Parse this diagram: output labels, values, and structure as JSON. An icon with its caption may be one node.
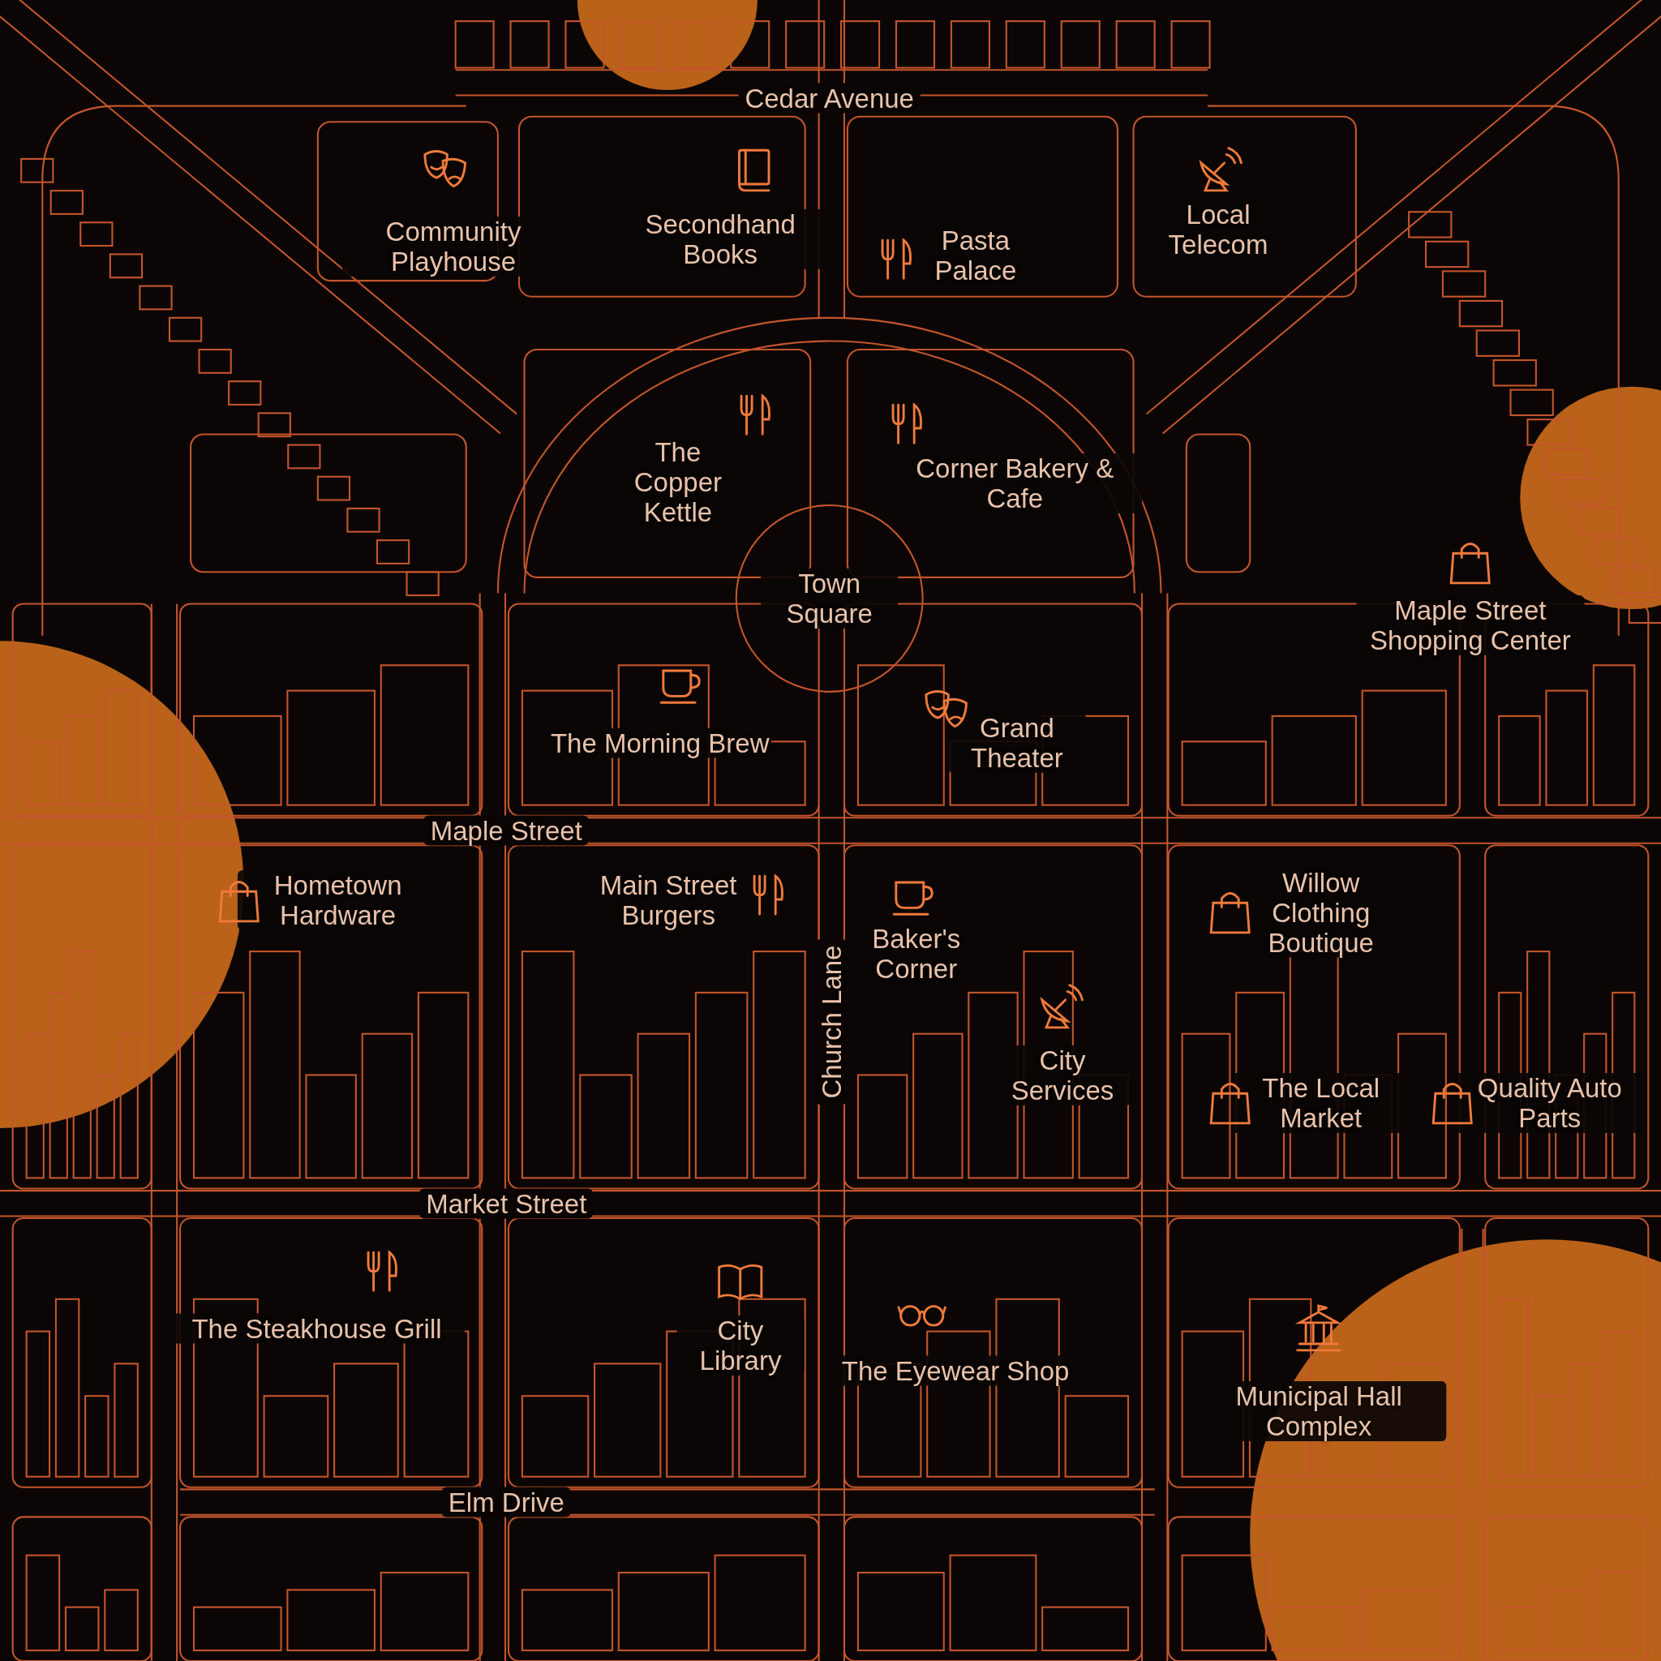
{
  "diagram": {
    "labels": [
      "Cedar Avenue",
      "Community Playhouse",
      "Secondhand Books",
      "Pasta Palace",
      "Local Telecom",
      "The Copper Kettle",
      "Corner Bakery & Cafe",
      "Town Square",
      "Maple Street Shopping Center",
      "The Morning Brew",
      "Grand Theater",
      "Maple Street",
      "Hometown Hardware",
      "Main Street Burgers",
      "Baker's Corner",
      "Willow Clothing Boutique",
      "Church Lane",
      "City Services",
      "The Local Market",
      "Quality Auto Parts",
      "Market Street",
      "The Steakhouse Grill",
      "City Library",
      "The Eyewear Shop",
      "Municipal Hall Complex",
      "Elm Drive"
    ]
  }
}
